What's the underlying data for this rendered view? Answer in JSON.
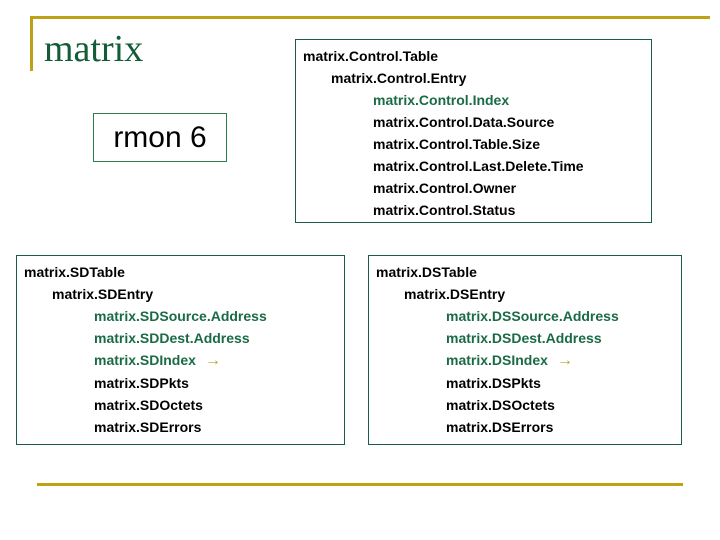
{
  "slide": {
    "title": "matrix",
    "accent_gold": "#bfa019",
    "accent_green": "#135c38",
    "highlight_green": "#1a6b45",
    "box_border_green": "#1c5c4e"
  },
  "callout": {
    "label": "rmon 6"
  },
  "boxes": {
    "control": {
      "items": [
        {
          "text": "matrix.Control.Table",
          "level": 0,
          "green": false,
          "arrow": ""
        },
        {
          "text": "matrix.Control.Entry",
          "level": 1,
          "green": false,
          "arrow": ""
        },
        {
          "text": "matrix.Control.Index",
          "level": 2,
          "green": true,
          "arrow": ""
        },
        {
          "text": "matrix.Control.Data.Source",
          "level": 2,
          "green": false,
          "arrow": ""
        },
        {
          "text": "matrix.Control.Table.Size",
          "level": 2,
          "green": false,
          "arrow": ""
        },
        {
          "text": "matrix.Control.Last.Delete.Time",
          "level": 2,
          "green": false,
          "arrow": ""
        },
        {
          "text": "matrix.Control.Owner",
          "level": 2,
          "green": false,
          "arrow": ""
        },
        {
          "text": "matrix.Control.Status",
          "level": 2,
          "green": false,
          "arrow": ""
        }
      ]
    },
    "sd": {
      "items": [
        {
          "text": "matrix.SDTable",
          "level": 0,
          "green": false,
          "arrow": ""
        },
        {
          "text": "matrix.SDEntry",
          "level": 1,
          "green": false,
          "arrow": ""
        },
        {
          "text": "matrix.SDSource.Address",
          "level": 2,
          "green": true,
          "arrow": ""
        },
        {
          "text": "matrix.SDDest.Address",
          "level": 2,
          "green": true,
          "arrow": ""
        },
        {
          "text": "matrix.SDIndex",
          "level": 2,
          "green": true,
          "arrow": "→"
        },
        {
          "text": "matrix.SDPkts",
          "level": 2,
          "green": false,
          "arrow": ""
        },
        {
          "text": "matrix.SDOctets",
          "level": 2,
          "green": false,
          "arrow": ""
        },
        {
          "text": "matrix.SDErrors",
          "level": 2,
          "green": false,
          "arrow": ""
        }
      ]
    },
    "ds": {
      "items": [
        {
          "text": "matrix.DSTable",
          "level": 0,
          "green": false,
          "arrow": ""
        },
        {
          "text": "matrix.DSEntry",
          "level": 1,
          "green": false,
          "arrow": ""
        },
        {
          "text": "matrix.DSSource.Address",
          "level": 2,
          "green": true,
          "arrow": ""
        },
        {
          "text": "matrix.DSDest.Address",
          "level": 2,
          "green": true,
          "arrow": ""
        },
        {
          "text": "matrix.DSIndex",
          "level": 2,
          "green": true,
          "arrow": "→"
        },
        {
          "text": "matrix.DSPkts",
          "level": 2,
          "green": false,
          "arrow": ""
        },
        {
          "text": "matrix.DSOctets",
          "level": 2,
          "green": false,
          "arrow": ""
        },
        {
          "text": "matrix.DSErrors",
          "level": 2,
          "green": false,
          "arrow": ""
        }
      ]
    }
  }
}
